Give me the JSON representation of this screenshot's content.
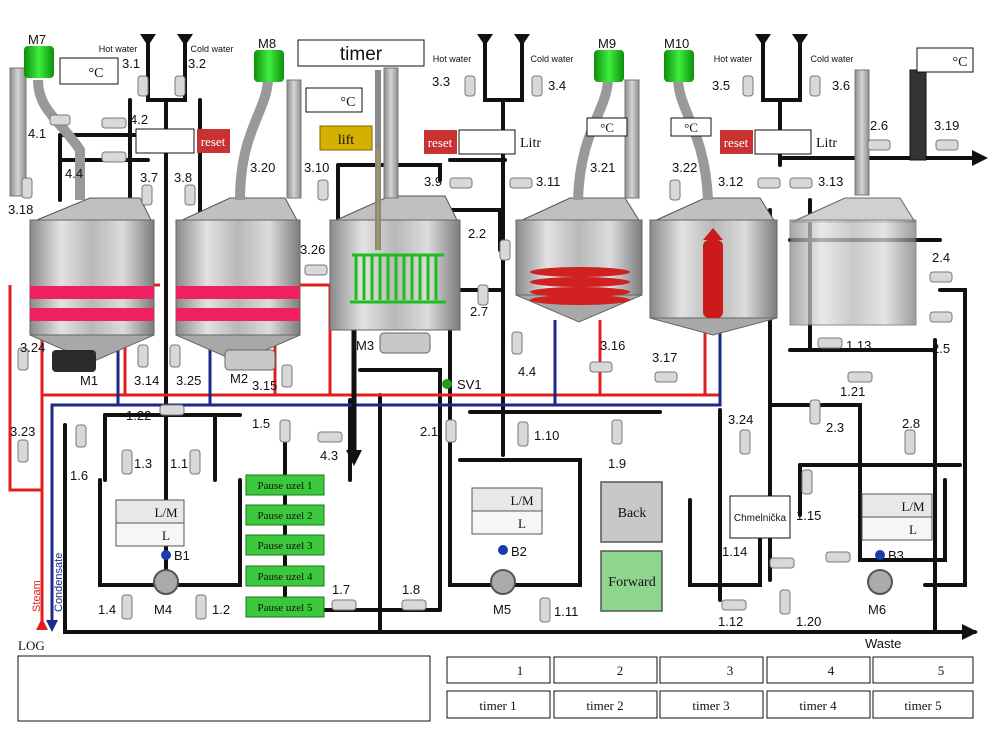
{
  "title": "timer",
  "colors": {
    "steam": "#e02020",
    "condensate": "#1a2a8a",
    "pipe": "#111111",
    "pause": "#3cc83c",
    "reset": "#c83232",
    "lift": "#d4b000",
    "motor": "#22cc22"
  },
  "labels": {
    "hot_water": "Hot water",
    "cold_water": "Cold water",
    "celsius": "°C",
    "reset": "reset",
    "litr": "Litr",
    "lift": "lift",
    "steam": "Steam",
    "condensate": "Condensate",
    "waste": "Waste",
    "log": "LOG",
    "lm": "L/M",
    "l": "L",
    "chmelnicka": "Chmelnička",
    "sv1": "SV1",
    "back": "Back",
    "forward": "Forward"
  },
  "motors": {
    "m7": "M7",
    "m8": "M8",
    "m9": "M9",
    "m10": "M10",
    "m1": "M1",
    "m2": "M2",
    "m3": "M3",
    "m4": "M4",
    "m5": "M5",
    "m6": "M6"
  },
  "sensors": {
    "b1": "B1",
    "b2": "B2",
    "b3": "B3"
  },
  "valves": {
    "v3_1": "3.1",
    "v3_2": "3.2",
    "v3_3": "3.3",
    "v3_4": "3.4",
    "v3_5": "3.5",
    "v3_6": "3.6",
    "v4_1": "4.1",
    "v4_2": "4.2",
    "v4_4a": "4.4",
    "v3_7": "3.7",
    "v3_8": "3.8",
    "v3_18": "3.18",
    "v3_20": "3.20",
    "v3_10": "3.10",
    "v3_9": "3.9",
    "v3_11": "3.11",
    "v3_21": "3.21",
    "v3_22": "3.22",
    "v3_12": "3.12",
    "v3_13": "3.13",
    "v2_6": "2.6",
    "v3_19": "3.19",
    "v3_26": "3.26",
    "v2_2": "2.2",
    "v2_7": "2.7",
    "v2_4": "2.4",
    "v2_5": "2.5",
    "v3_24a": "3.24",
    "v3_14": "3.14",
    "v3_25": "3.25",
    "v3_15": "3.15",
    "v4_4b": "4.4",
    "v3_16": "3.16",
    "v3_17": "3.17",
    "v1_13": "1.13",
    "v1_21": "1.21",
    "v3_23": "3.23",
    "v1_22": "1.22",
    "v1_5": "1.5",
    "v4_3": "4.3",
    "v2_1": "2.1",
    "v1_10": "1.10",
    "v1_9": "1.9",
    "v3_24b": "3.24",
    "v2_3": "2.3",
    "v2_8": "2.8",
    "v1_6": "1.6",
    "v1_3": "1.3",
    "v1_1": "1.1",
    "v1_15": "1.15",
    "v1_14": "1.14",
    "v1_4": "1.4",
    "v1_2": "1.2",
    "v1_7": "1.7",
    "v1_8": "1.8",
    "v1_11": "1.11",
    "v1_12": "1.12",
    "v1_20": "1.20"
  },
  "pause_buttons": [
    "Pause uzel 1",
    "Pause uzel 2",
    "Pause uzel 3",
    "Pause uzel 4",
    "Pause uzel 5"
  ],
  "numbers": [
    "1",
    "2",
    "3",
    "4",
    "5"
  ],
  "timers": [
    "timer 1",
    "timer 2",
    "timer 3",
    "timer 4",
    "timer 5"
  ]
}
